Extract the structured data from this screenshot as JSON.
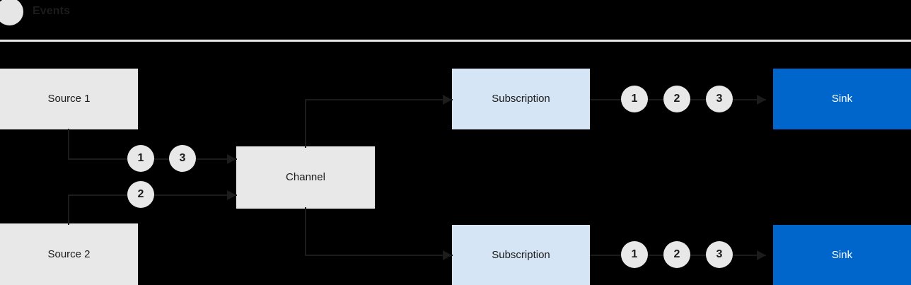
{
  "legend": {
    "marker_icon": "event-circle-icon",
    "label": "Events",
    "marker_color": "#e6e6e6",
    "rule_color": "#e9e9e9"
  },
  "palette": {
    "background": "#000000",
    "node_grey": "#e8e8e8",
    "node_blue_light": "#d6e5f5",
    "node_sink_blue": "#0066cc",
    "line": "#1c1c1c",
    "text_dark": "#1b1b1b",
    "text_light": "#ffffff"
  },
  "diagram": {
    "type": "flow",
    "nodes": [
      {
        "id": "source1",
        "label": "Source 1",
        "kind": "source"
      },
      {
        "id": "source2",
        "label": "Source 2",
        "kind": "source"
      },
      {
        "id": "channel",
        "label": "Channel",
        "kind": "channel"
      },
      {
        "id": "sub-top",
        "label": "Subscription",
        "kind": "subscription"
      },
      {
        "id": "sub-bot",
        "label": "Subscription",
        "kind": "subscription"
      },
      {
        "id": "sink-top",
        "label": "Sink",
        "kind": "sink"
      },
      {
        "id": "sink-bot",
        "label": "Sink",
        "kind": "sink"
      }
    ],
    "event_chips": {
      "source1_to_channel": [
        "1",
        "3"
      ],
      "source2_to_channel": [
        "2"
      ],
      "sub_top_to_sink": [
        "1",
        "2",
        "3"
      ],
      "sub_bot_to_sink": [
        "1",
        "2",
        "3"
      ]
    },
    "edges": [
      {
        "from": "source1",
        "to": "channel"
      },
      {
        "from": "source2",
        "to": "channel"
      },
      {
        "from": "channel",
        "to": "sub-top"
      },
      {
        "from": "channel",
        "to": "sub-bot"
      },
      {
        "from": "sub-top",
        "to": "sink-top"
      },
      {
        "from": "sub-bot",
        "to": "sink-bot"
      }
    ]
  }
}
